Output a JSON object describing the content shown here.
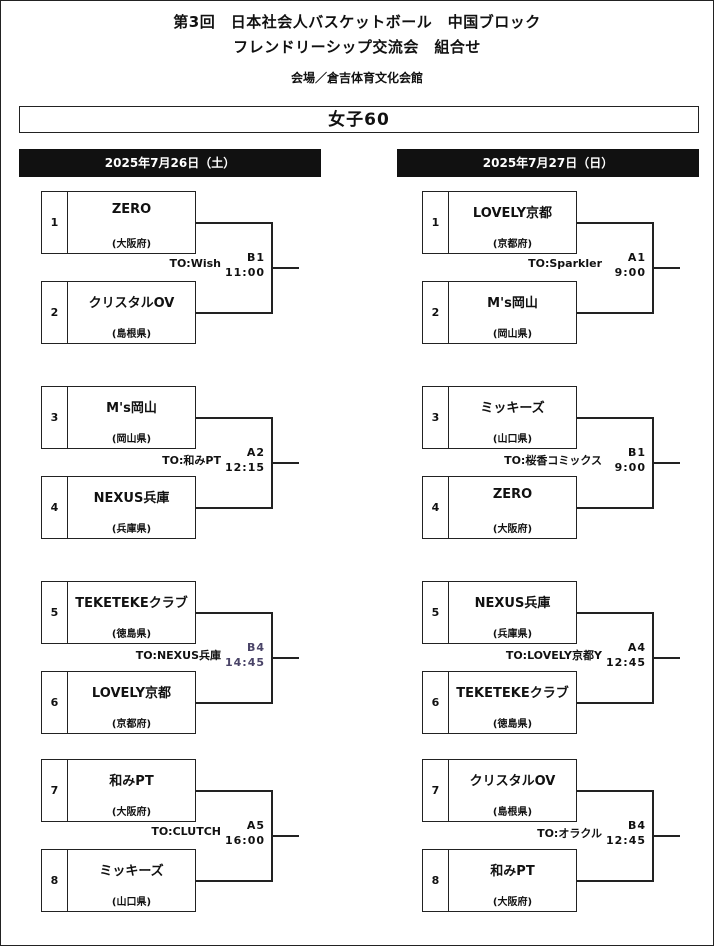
{
  "header": {
    "title_line1": "第3回　日本社会人バスケットボール　中国ブロック",
    "title_line2": "フレンドリーシップ交流会　組合せ",
    "venue": "会場／倉吉体育文化会館"
  },
  "division": "女子60",
  "days": [
    {
      "date": "2025年7月26日（土）",
      "games": [
        {
          "team1": {
            "num": "1",
            "name": "ZERO",
            "pref": "(大阪府)"
          },
          "team2": {
            "num": "2",
            "name": "クリスタルOV",
            "pref": "(島根県)"
          },
          "court": "B1",
          "time": "11:00",
          "to": "TO:Wish"
        },
        {
          "team1": {
            "num": "3",
            "name": "M's岡山",
            "pref": "(岡山県)"
          },
          "team2": {
            "num": "4",
            "name": "NEXUS兵庫",
            "pref": "(兵庫県)"
          },
          "court": "A2",
          "time": "12:15",
          "to": "TO:和みPT"
        },
        {
          "team1": {
            "num": "5",
            "name": "TEKETEKEクラブ",
            "pref": "(徳島県)"
          },
          "team2": {
            "num": "6",
            "name": "LOVELY京都",
            "pref": "(京都府)"
          },
          "court": "B4",
          "time": "14:45",
          "to": "TO:NEXUS兵庫"
        },
        {
          "team1": {
            "num": "7",
            "name": "和みPT",
            "pref": "(大阪府)"
          },
          "team2": {
            "num": "8",
            "name": "ミッキーズ",
            "pref": "(山口県)"
          },
          "court": "A5",
          "time": "16:00",
          "to": "TO:CLUTCH"
        }
      ]
    },
    {
      "date": "2025年7月27日（日）",
      "games": [
        {
          "team1": {
            "num": "1",
            "name": "LOVELY京都",
            "pref": "(京都府)"
          },
          "team2": {
            "num": "2",
            "name": "M's岡山",
            "pref": "(岡山県)"
          },
          "court": "A1",
          "time": "9:00",
          "to": "TO:Sparkler"
        },
        {
          "team1": {
            "num": "3",
            "name": "ミッキーズ",
            "pref": "(山口県)"
          },
          "team2": {
            "num": "4",
            "name": "ZERO",
            "pref": "(大阪府)"
          },
          "court": "B1",
          "time": "9:00",
          "to": "TO:桜香コミックス"
        },
        {
          "team1": {
            "num": "5",
            "name": "NEXUS兵庫",
            "pref": "(兵庫県)"
          },
          "team2": {
            "num": "6",
            "name": "TEKETEKEクラブ",
            "pref": "(徳島県)"
          },
          "court": "A4",
          "time": "12:45",
          "to": "TO:LOVELY京都Y"
        },
        {
          "team1": {
            "num": "7",
            "name": "クリスタルOV",
            "pref": "(島根県)"
          },
          "team2": {
            "num": "8",
            "name": "和みPT",
            "pref": "(大阪府)"
          },
          "court": "B4",
          "time": "12:45",
          "to": "TO:オラクル"
        }
      ]
    }
  ]
}
